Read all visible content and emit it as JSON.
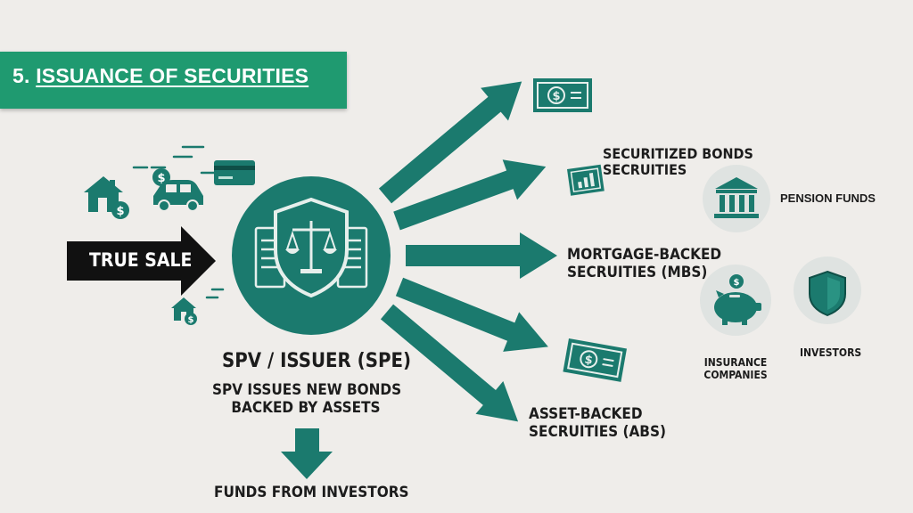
{
  "header": {
    "number": "5.",
    "title": "ISSUANCE OF SECURITIES"
  },
  "left": {
    "true_sale": "TRUE SALE"
  },
  "center": {
    "spv_title": "SPV / ISSUER (SPE)",
    "spv_line1": "SPV ISSUES NEW BONDS",
    "spv_line2": "BACKED BY ASSETS",
    "funds": "FUNDS FROM INVESTORS"
  },
  "outputs": {
    "securitized_line1": "SECURITIZED BONDS",
    "securitized_line2": "SECRUITIES",
    "mbs_line1": "MORTGAGE-BACKED",
    "mbs_line2": "SECRUITIES (MBS)",
    "abs_line1": "ASSET-BACKED",
    "abs_line2": "SECRUITIES (ABS)"
  },
  "investors": {
    "pension": "PENSION FUNDS",
    "insurance_line1": "INSURANCE",
    "insurance_line2": "COMPANIES",
    "investors": "INVESTORS"
  },
  "colors": {
    "teal": "#1b7a6e",
    "banner_green": "#1f9a70",
    "background": "#efedea",
    "black_arrow": "#111111",
    "icon_circle": "#dfe3e1"
  },
  "icons": [
    "house-icon",
    "car-icon",
    "credit-card-icon",
    "dollar-coin-icon",
    "shield-scales-icon",
    "banknote-icon",
    "bond-certificate-icon",
    "bank-icon",
    "piggy-bank-icon",
    "shield-icon"
  ]
}
